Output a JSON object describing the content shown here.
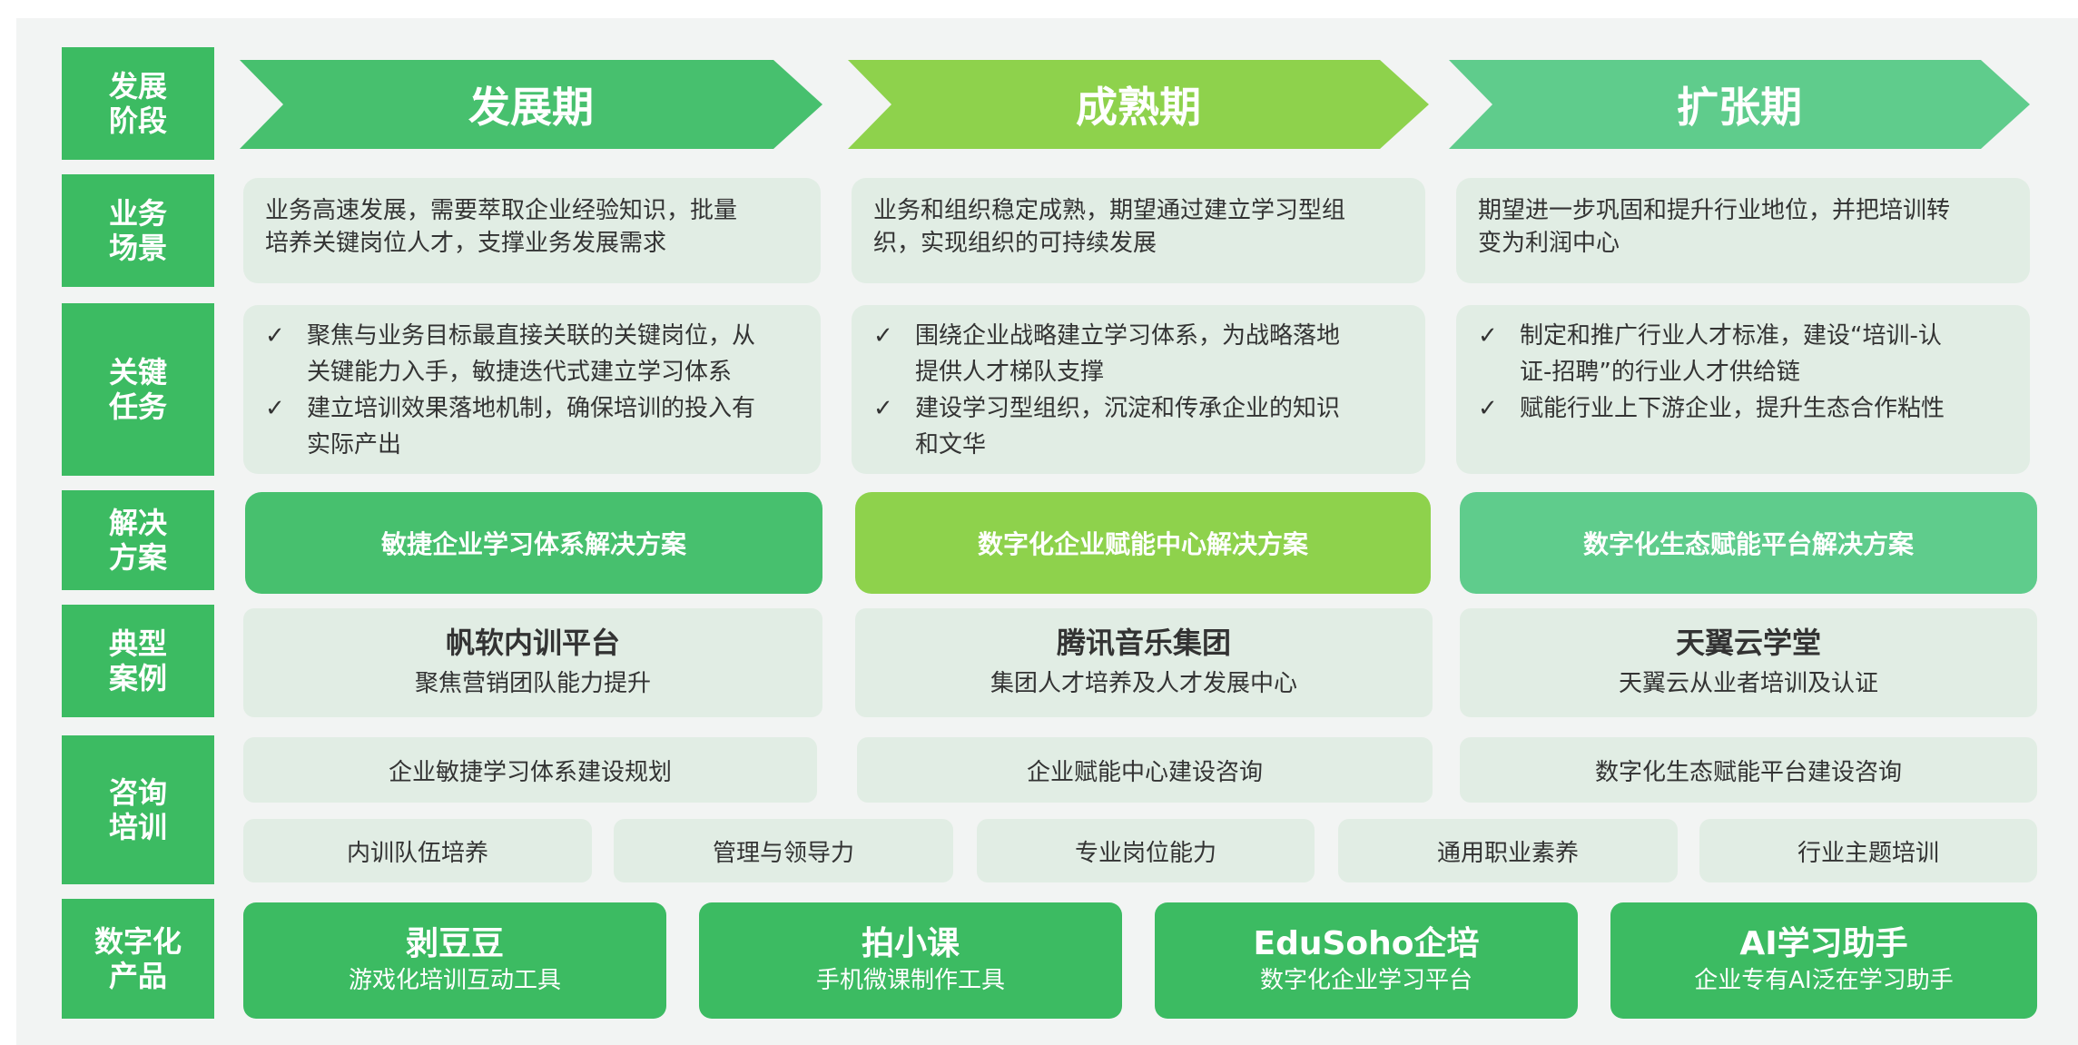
{
  "colors": {
    "green": "#3cbb62",
    "lime": "#8ed24c",
    "mint": "#5fcc8c",
    "pale": "#e1ede4",
    "background": "#f2f4f3"
  },
  "rows": {
    "stage": [
      "发展",
      "阶段"
    ],
    "scenario": [
      "业务",
      "场景"
    ],
    "tasks": [
      "关键",
      "任务"
    ],
    "solution": [
      "解决",
      "方案"
    ],
    "cases": [
      "典型",
      "案例"
    ],
    "consulting": [
      "咨询",
      "培训"
    ],
    "products": [
      "数字化",
      "产品"
    ]
  },
  "check_glyph": "✓",
  "columns": [
    {
      "stage": "发展期",
      "scenario": [
        "业务高速发展，需要萃取企业经验知识，批量",
        "培养关键岗位人才，支撑业务发展需求"
      ],
      "tasks": [
        [
          "聚焦与业务目标最直接关联的关键岗位，从",
          "关键能力入手，敏捷迭代式建立学习体系"
        ],
        [
          "建立培训效果落地机制，确保培训的投入有",
          "实际产出"
        ]
      ],
      "solution": "敏捷企业学习体系解决方案",
      "case_name": "帆软内训平台",
      "case_desc": "聚焦营销团队能力提升",
      "consulting": "企业敏捷学习体系建设规划"
    },
    {
      "stage": "成熟期",
      "scenario": [
        "业务和组织稳定成熟，期望通过建立学习型组",
        "织，实现组织的可持续发展"
      ],
      "tasks": [
        [
          "围绕企业战略建立学习体系，为战略落地",
          "提供人才梯队支撑"
        ],
        [
          "建设学习型组织，沉淀和传承企业的知识",
          "和文华"
        ]
      ],
      "solution": "数字化企业赋能中心解决方案",
      "case_name": "腾讯音乐集团",
      "case_desc": "集团人才培养及人才发展中心",
      "consulting": "企业赋能中心建设咨询"
    },
    {
      "stage": "扩张期",
      "scenario": [
        "期望进一步巩固和提升行业地位，并把培训转",
        "变为利润中心"
      ],
      "tasks": [
        [
          "制定和推广行业人才标准，建设“培训-认",
          "证-招聘”的行业人才供给链"
        ],
        [
          "赋能行业上下游企业，提升生态合作粘性",
          ""
        ]
      ],
      "solution": "数字化生态赋能平台解决方案",
      "case_name": "天翼云学堂",
      "case_desc": "天翼云从业者培训及认证",
      "consulting": "数字化生态赋能平台建设咨询"
    }
  ],
  "training": [
    "内训队伍培养",
    "管理与领导力",
    "专业岗位能力",
    "通用职业素养",
    "行业主题培训"
  ],
  "products": [
    {
      "name": "剥豆豆",
      "desc": "游戏化培训互动工具"
    },
    {
      "name": "拍小课",
      "desc": "手机微课制作工具"
    },
    {
      "name": "EduSoho企培",
      "desc": "数字化企业学习平台"
    },
    {
      "name": "AI学习助手",
      "desc": "企业专有AI泛在学习助手"
    }
  ]
}
